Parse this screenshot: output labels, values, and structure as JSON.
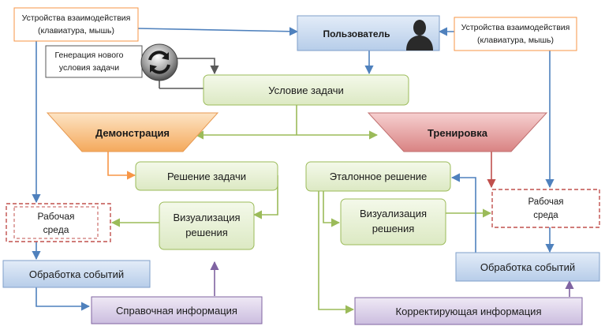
{
  "nodes": {
    "user": {
      "label": "Пользователь"
    },
    "input_left": {
      "line1": "Устройства взаимодействия",
      "line2": "(клавиатура, мышь)"
    },
    "input_right": {
      "line1": "Устройства взаимодействия",
      "line2": "(клавиатура, мышь)"
    },
    "generator": {
      "line1": "Генерация нового",
      "line2": "условия задачи"
    },
    "task_condition": {
      "label": "Условие задачи"
    },
    "demo": {
      "label": "Демонстрация"
    },
    "training": {
      "label": "Тренировка"
    },
    "solution": {
      "label": "Решение задачи"
    },
    "visualization_left": {
      "line1": "Визуализация",
      "line2": "решения"
    },
    "visualization_right": {
      "line1": "Визуализация",
      "line2": "решения"
    },
    "reference_solution": {
      "label": "Эталонное решение"
    },
    "workspace_left": {
      "line1": "Рабочая",
      "line2": "среда"
    },
    "workspace_right": {
      "line1": "Рабочая",
      "line2": "среда"
    },
    "events_left": {
      "label": "Обработка событий"
    },
    "events_right": {
      "label": "Обработка событий"
    },
    "help_info": {
      "label": "Справочная информация"
    },
    "correction_info": {
      "label": "Корректирующая информация"
    }
  },
  "icons": {
    "user": "user-silhouette-icon",
    "generator": "refresh-icon"
  },
  "colors": {
    "green_fill": "#ebf3dc",
    "green_border": "#9bbb59",
    "blue_fill": "#c9daf0",
    "blue_border": "#7f9fca",
    "purple_fill": "#ddd3ea",
    "purple_border": "#8064a2",
    "orange_border": "#f79646",
    "red_dashed": "#c0504d",
    "demo_fill": "#f8c388",
    "training_fill": "#e49a9a",
    "arrow_blue": "#4f81bd",
    "arrow_green": "#9bbb59",
    "arrow_purple": "#8064a2",
    "arrow_orange": "#f79646",
    "arrow_red": "#c0504d",
    "arrow_gray": "#595959"
  }
}
